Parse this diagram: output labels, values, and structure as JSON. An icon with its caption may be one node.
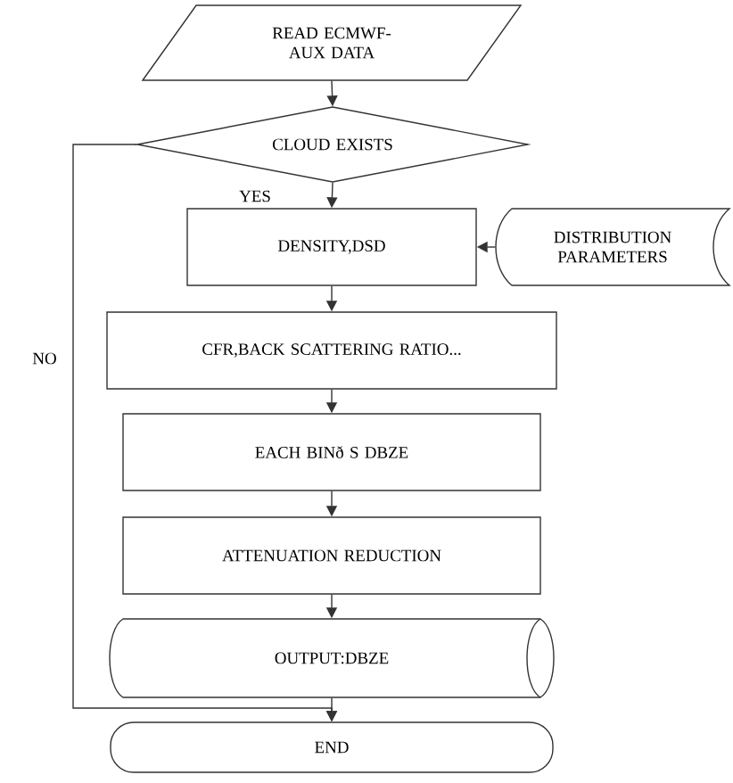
{
  "diagram": {
    "nodes": [
      {
        "text": [
          "READ ECMWF-AUX DATA"
        ]
      },
      {
        "text": [
          "CLOUD EXISTS"
        ]
      },
      {
        "text": [
          "DENSITY,DSD"
        ]
      },
      {
        "text": [
          "DISTRIBUTION PARAMETERS"
        ]
      },
      {
        "text": [
          "CFR,BACK SCATTERING RATIO..."
        ]
      },
      {
        "text": [
          "EACH BINð S DBZE"
        ]
      },
      {
        "text": [
          "ATTENUATION REDUCTION"
        ]
      },
      {
        "text": [
          "OUTPUT:DBZE"
        ]
      },
      {
        "text": [
          "END"
        ]
      }
    ],
    "edges": [
      {
        "from": 0,
        "to": 1,
        "arrow": "to"
      },
      {
        "from": 1,
        "to": 2,
        "arrow": "to",
        "label": "YES"
      },
      {
        "from": 3,
        "to": 2,
        "arrow": "to"
      },
      {
        "from": 2,
        "to": 4,
        "arrow": "to"
      },
      {
        "from": 4,
        "to": 5,
        "arrow": "to"
      },
      {
        "from": 5,
        "to": 6,
        "arrow": "to"
      },
      {
        "from": 6,
        "to": 7,
        "arrow": "to"
      },
      {
        "from": 7,
        "to": 8,
        "arrow": "to"
      },
      {
        "from": 1,
        "to": 8,
        "arrow": "to",
        "label": "NO"
      }
    ]
  }
}
